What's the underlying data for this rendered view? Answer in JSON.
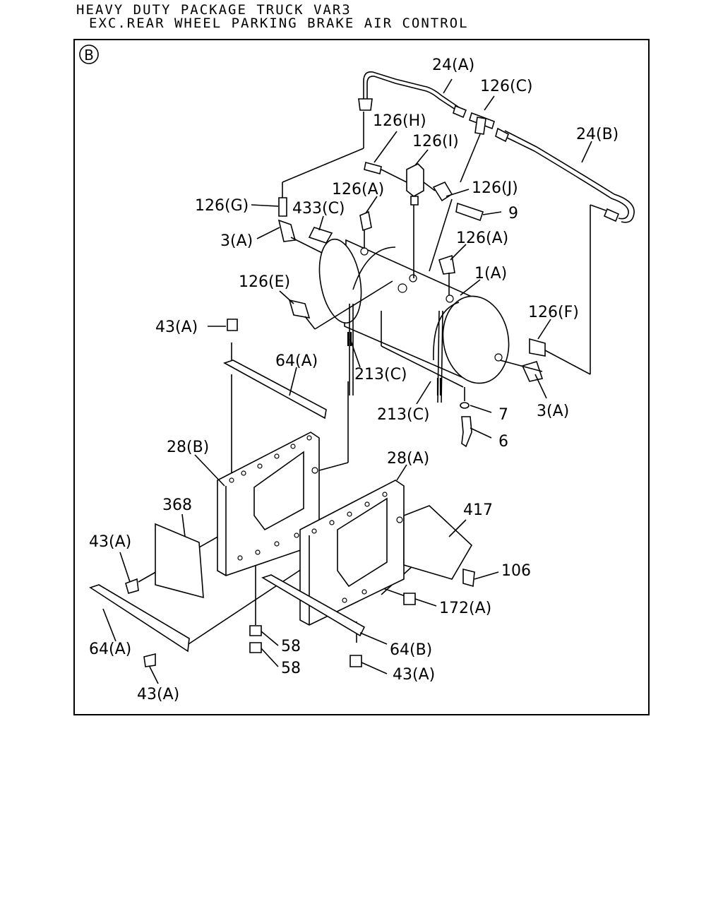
{
  "header": {
    "line1": "HEAVY DUTY PACKAGE TRUCK VAR3",
    "line2": "EXC.REAR WHEEL PARKING BRAKE AIR CONTROL"
  },
  "diagram": {
    "view_marker": "B",
    "callouts": {
      "c_24A": "24(A)",
      "c_126C": "126(C)",
      "c_24B": "24(B)",
      "c_126H": "126(H)",
      "c_126I": "126(I)",
      "c_126J": "126(J)",
      "c_126A_1": "126(A)",
      "c_126G": "126(G)",
      "c_433C": "433(C)",
      "c_3A_1": "3(A)",
      "c_9": "9",
      "c_126A_2": "126(A)",
      "c_1A": "1(A)",
      "c_126E": "126(E)",
      "c_126F": "126(F)",
      "c_43A_1": "43(A)",
      "c_64A_1": "64(A)",
      "c_213C_1": "213(C)",
      "c_213C_2": "213(C)",
      "c_7": "7",
      "c_3A_2": "3(A)",
      "c_6": "6",
      "c_28B": "28(B)",
      "c_28A": "28(A)",
      "c_368": "368",
      "c_417": "417",
      "c_43A_2": "43(A)",
      "c_106": "106",
      "c_172A": "172(A)",
      "c_64A_2": "64(A)",
      "c_58_1": "58",
      "c_64B": "64(B)",
      "c_58_2": "58",
      "c_43A_3": "43(A)",
      "c_43A_4": "43(A)"
    }
  }
}
